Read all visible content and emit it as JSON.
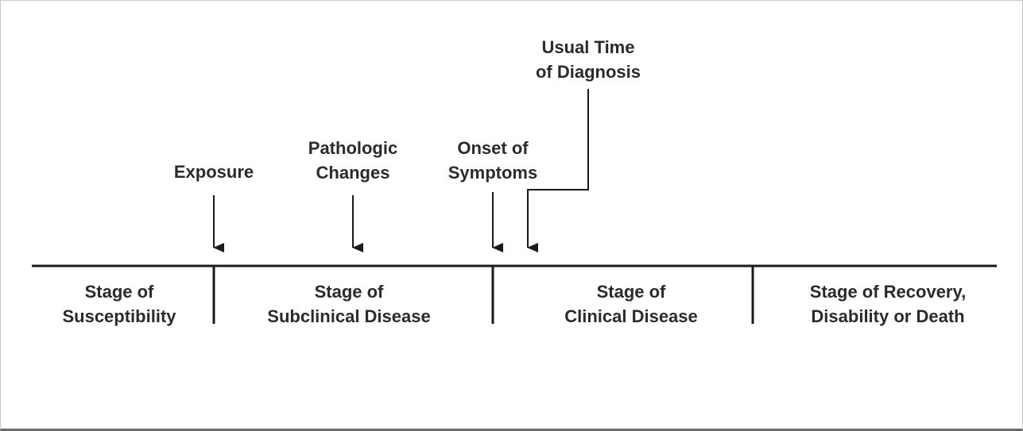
{
  "events": {
    "usual_time_of_diagnosis": [
      "Usual Time",
      "of Diagnosis"
    ],
    "exposure": [
      "Exposure"
    ],
    "pathologic_changes": [
      "Pathologic",
      "Changes"
    ],
    "onset_of_symptoms": [
      "Onset of",
      "Symptoms"
    ]
  },
  "stages": {
    "susceptibility": [
      "Stage of",
      "Susceptibility"
    ],
    "subclinical": [
      "Stage of",
      "Subclinical Disease"
    ],
    "clinical": [
      "Stage of",
      "Clinical Disease"
    ],
    "recovery": [
      "Stage of Recovery,",
      "Disability or Death"
    ]
  },
  "colors": {
    "line": "#1a1a1a",
    "text": "#2b2b2b",
    "frame_border": "#c8c8c8"
  }
}
